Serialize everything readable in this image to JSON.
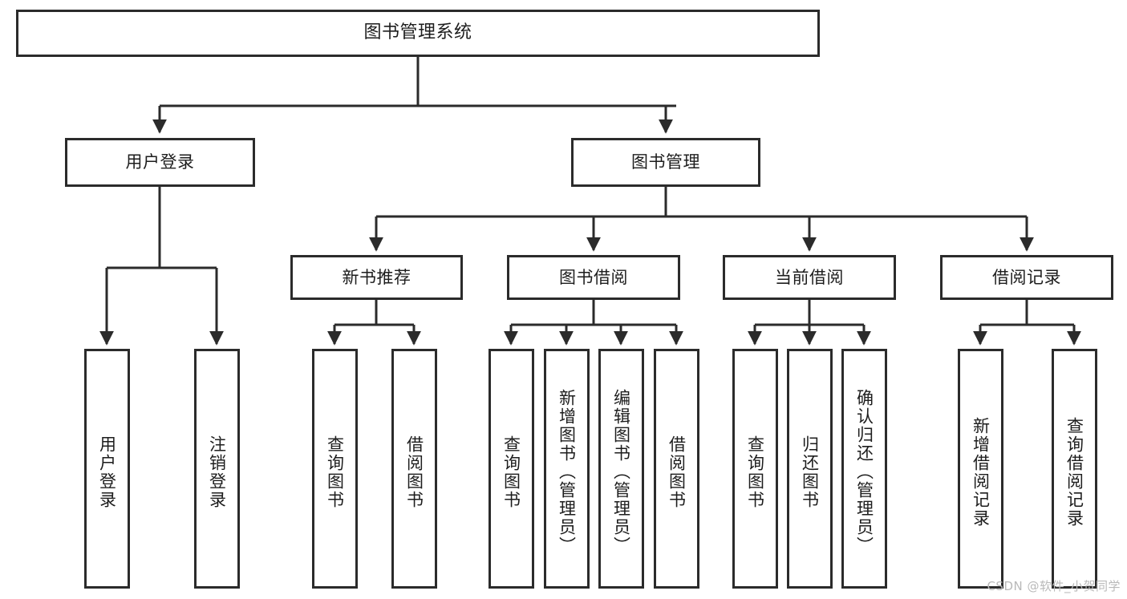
{
  "diagram": {
    "title": "图书管理系统",
    "watermark": "CSDN @软件_小贺同学",
    "colors": {
      "border": "#2b2b2b",
      "text": "#1d1d1d",
      "background": "#ffffff",
      "watermark": "#b9b9b9"
    }
  },
  "levels": {
    "root": {
      "label": "图书管理系统"
    },
    "level2": [
      {
        "label": "用户登录"
      },
      {
        "label": "图书管理"
      }
    ],
    "level3": [
      {
        "label": "新书推荐"
      },
      {
        "label": "图书借阅"
      },
      {
        "label": "当前借阅"
      },
      {
        "label": "借阅记录"
      }
    ],
    "leaves": {
      "user_login": [
        {
          "label": "用户登录"
        },
        {
          "label": "注销登录"
        }
      ],
      "new_book_recommend": [
        {
          "label": "查询图书"
        },
        {
          "label": "借阅图书"
        }
      ],
      "book_borrow": [
        {
          "label": "查询图书"
        },
        {
          "label": "新增图书（管理员）"
        },
        {
          "label": "编辑图书（管理员）"
        },
        {
          "label": "借阅图书"
        }
      ],
      "current_borrow": [
        {
          "label": "查询图书"
        },
        {
          "label": "归还图书"
        },
        {
          "label": "确认归还（管理员）"
        }
      ],
      "borrow_record": [
        {
          "label": "新增借阅记录"
        },
        {
          "label": "查询借阅记录"
        }
      ]
    }
  }
}
